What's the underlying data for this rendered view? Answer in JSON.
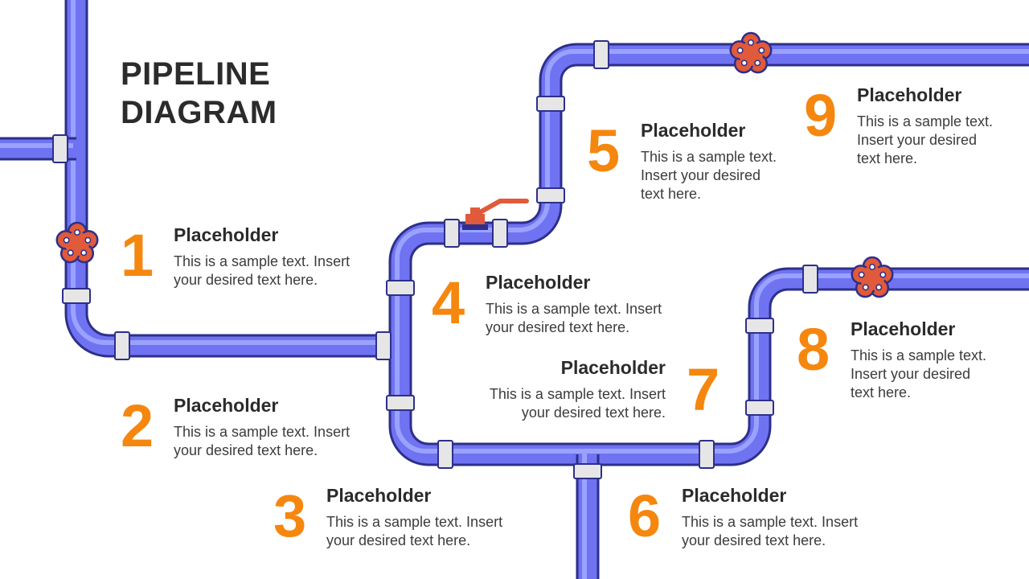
{
  "title": {
    "line1": "PIPELINE",
    "line2": "DIAGRAM"
  },
  "colors": {
    "pipe": "#6f73f2",
    "pipe_highlight": "#9aa2ff",
    "pipe_outline": "#2d2f8a",
    "joint": "#e6e6e6",
    "joint_outline": "#2d2f8a",
    "valve_wheel": "#e05a3b",
    "valve_outline": "#2d2f8a",
    "lever": "#e05a3b",
    "number": "#f5870f",
    "heading": "#2b2b2b",
    "body_text": "#3c3c3c"
  },
  "steps": [
    {
      "number": "1",
      "heading": "Placeholder",
      "line1": "This is a sample text. Insert",
      "line2": "your desired text here.",
      "line3": ""
    },
    {
      "number": "2",
      "heading": "Placeholder",
      "line1": "This is a sample text. Insert",
      "line2": "your desired text here.",
      "line3": ""
    },
    {
      "number": "3",
      "heading": "Placeholder",
      "line1": "This is a sample text. Insert",
      "line2": "your desired text here.",
      "line3": ""
    },
    {
      "number": "4",
      "heading": "Placeholder",
      "line1": "This is a sample text. Insert",
      "line2": "your desired text here.",
      "line3": ""
    },
    {
      "number": "5",
      "heading": "Placeholder",
      "line1": "This is a sample text.",
      "line2": "Insert your desired",
      "line3": "text here."
    },
    {
      "number": "6",
      "heading": "Placeholder",
      "line1": "This is a sample text. Insert",
      "line2": "your desired text here.",
      "line3": ""
    },
    {
      "number": "7",
      "heading": "Placeholder",
      "line1": "This is a sample text. Insert",
      "line2": "your desired text here.",
      "line3": ""
    },
    {
      "number": "8",
      "heading": "Placeholder",
      "line1": "This is a sample text.",
      "line2": "Insert your desired",
      "line3": "text here."
    },
    {
      "number": "9",
      "heading": "Placeholder",
      "line1": "This is a sample text.",
      "line2": "Insert your desired",
      "line3": "text here."
    }
  ]
}
